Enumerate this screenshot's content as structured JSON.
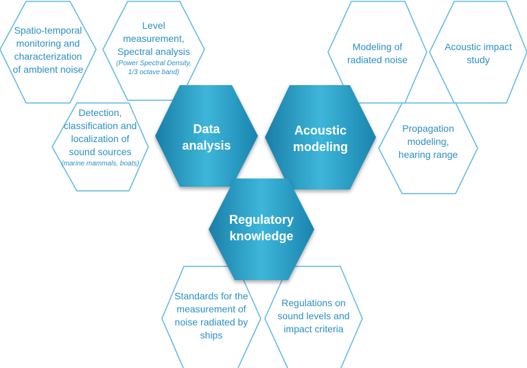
{
  "colors": {
    "outline": "#5bb8de",
    "label_text": "#2a8fc4",
    "core_text": "#ffffff",
    "core_gradient": [
      "#1a7ea8",
      "#3db6d9",
      "#1a84ae"
    ]
  },
  "hexagons": {
    "data_analysis": {
      "label": "Data\nanalysis"
    },
    "acoustic_modeling": {
      "label": "Acoustic\nmodeling"
    },
    "regulatory_knowledge": {
      "label": "Regulatory\nknowledge"
    },
    "spatio_temporal": {
      "label": "Spatio-temporal\nmonitoring and\ncharacterization\nof ambient noise"
    },
    "level_measurement": {
      "label": "Level\nmeasurement,\nSpectral analysis",
      "note": "(Power Spectral Density,\n1/3 octave band)"
    },
    "detection": {
      "label": "Detection,\nclassification and\nlocalization of\nsound sources",
      "note": "(marine mammals, boats)"
    },
    "modeling_radiated": {
      "label": "Modeling of\nradiated noise"
    },
    "acoustic_impact": {
      "label": "Acoustic impact\nstudy"
    },
    "propagation": {
      "label": "Propagation\nmodeling,\nhearing range"
    },
    "standards": {
      "label": "Standards for the\nmeasurement of\nnoise radiated by\nships"
    },
    "regulations": {
      "label": "Regulations on\nsound levels and\nimpact criteria"
    }
  }
}
